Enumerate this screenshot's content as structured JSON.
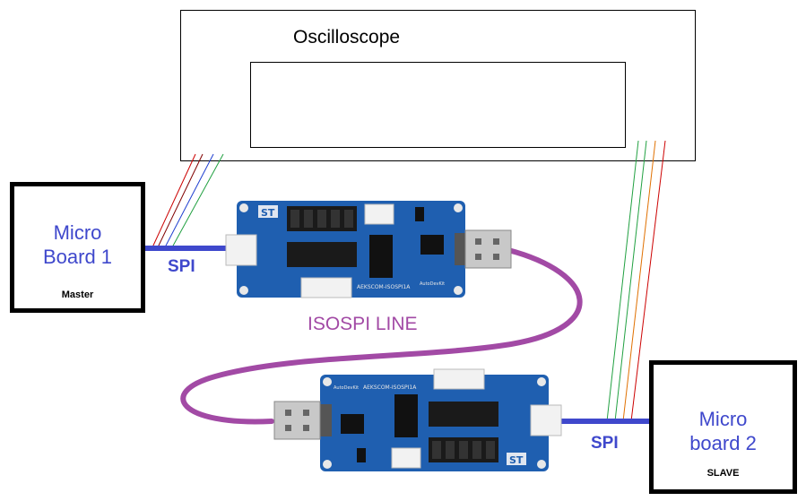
{
  "oscilloscope": {
    "label": "Oscilloscope"
  },
  "master_board": {
    "name_line1": "Micro",
    "name_line2": "Board 1",
    "role": "Master"
  },
  "slave_board": {
    "name_line1": "Micro",
    "name_line2": "board 2",
    "role": "SLAVE"
  },
  "spi_link_left": {
    "label": "SPI"
  },
  "spi_link_right": {
    "label": "SPI"
  },
  "isospi_line": {
    "label": "ISOSPI LINE"
  },
  "board1_silkscreen": {
    "part": "AEKSCOM-ISOSPI1A",
    "brand": "AutoDevKit"
  },
  "board2_silkscreen": {
    "part": "AEKSCOM-ISOSPI1A",
    "brand": "AutoDevKit"
  },
  "colors": {
    "board_blue": "#1f5fb0",
    "spi_blue": "#3f48cc",
    "isospi_purple": "#a24aa5",
    "probe_red": "#cc0000",
    "probe_dark_red": "#800000",
    "probe_blue": "#1f3fd0",
    "probe_green": "#20a040",
    "probe_orange": "#e07000"
  }
}
